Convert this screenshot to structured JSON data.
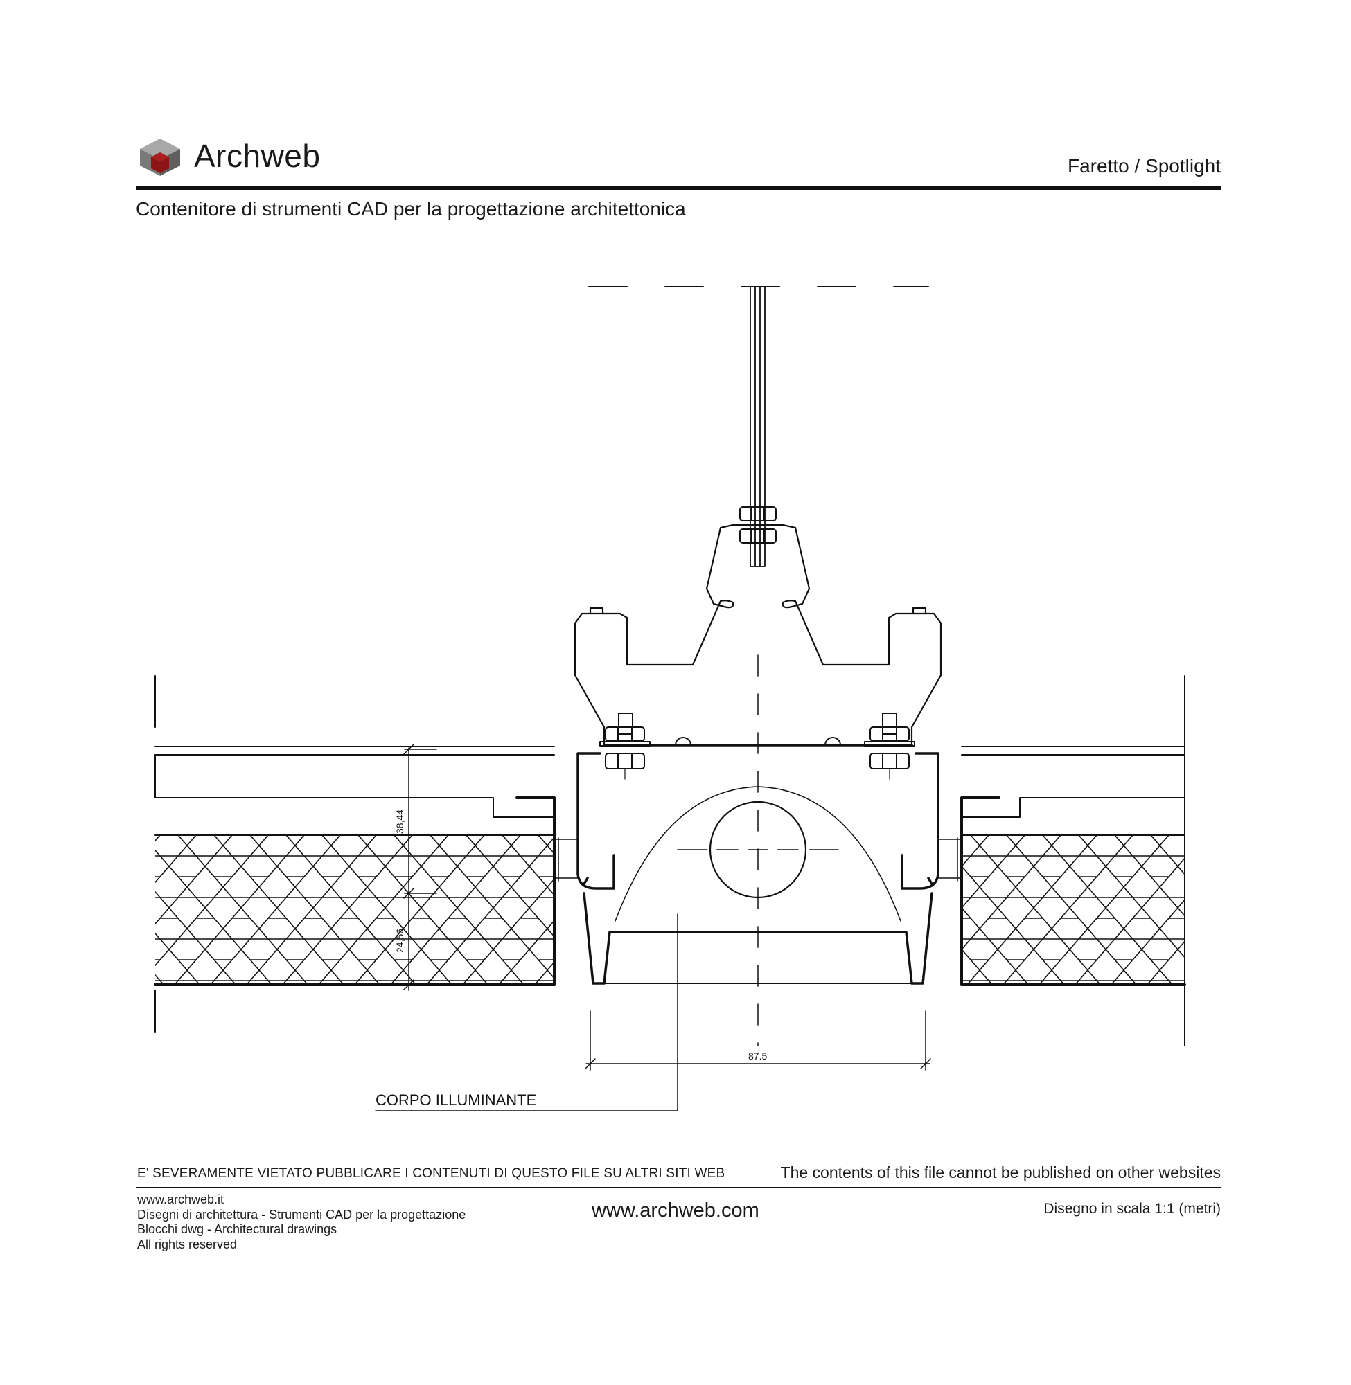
{
  "header": {
    "brand_name": "Archweb",
    "title": "Faretto  /  Spotlight",
    "subtitle": "Contenitore di strumenti CAD per la progettazione architettonica"
  },
  "drawing": {
    "dimension_top": "38,44",
    "dimension_bottom": "24,56",
    "dimension_width": "87.5",
    "callout_label": "CORPO ILLUMINANTE"
  },
  "footer": {
    "warning_it": "E' SEVERAMENTE VIETATO PUBBLICARE I CONTENUTI DI QUESTO FILE SU ALTRI SITI WEB",
    "warning_en": "The contents of this file cannot be published on other websites",
    "lines": [
      "www.archweb.it",
      "Disegni di architettura - Strumenti CAD  per la progettazione",
      "Blocchi dwg - Architectural drawings",
      "All rights reserved"
    ],
    "website": "www.archweb.com",
    "scale_note": "Disegno in scala 1:1 (metri)"
  },
  "colors": {
    "logo_top": "#9a9a9a",
    "logo_side": "#6e6e6e",
    "logo_core": "#8b1414",
    "ink": "#111111"
  }
}
